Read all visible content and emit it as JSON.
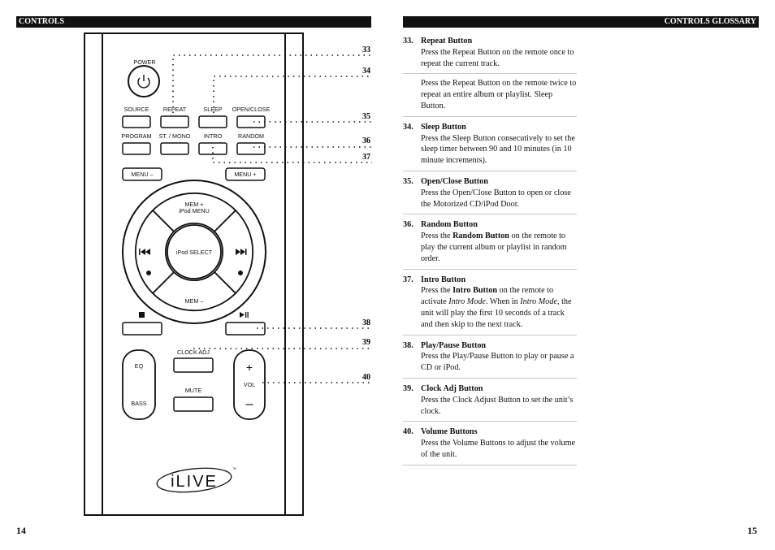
{
  "header": {
    "left_title": "CONTROLS",
    "right_title": "CONTROLS GLOSSARY"
  },
  "page_numbers": {
    "left": "14",
    "right": "15"
  },
  "remote": {
    "power": "POWER",
    "source": "SOURCE",
    "repeat": "REPEAT",
    "sleep": "SLEEP",
    "open_close": "OPEN/CLOSE",
    "program": "PROGRAM",
    "st_mono": "ST. / MONO",
    "intro": "INTRO",
    "random": "RANDOM",
    "menu_minus": "MENU –",
    "menu_plus": "MENU +",
    "mem_plus": "MEM +",
    "ipod_menu": "iPod MENU",
    "ipod_select": "iPod SELECT",
    "mem_minus": "MEM –",
    "clock_adj": "CLOCK ADJ",
    "mute": "MUTE",
    "eq": "EQ",
    "bass": "BASS",
    "vol": "VOL",
    "vol_plus": "+",
    "vol_minus": "–",
    "logo_text": "iLIVE",
    "logo_tm": "™"
  },
  "callouts": [
    "33",
    "34",
    "35",
    "36",
    "37",
    "38",
    "39",
    "40"
  ],
  "glossary": [
    {
      "num": "33.",
      "title": "Repeat Button",
      "desc": "Press the Repeat Button on the remote once to repeat the current track."
    },
    {
      "num": "",
      "title": "",
      "desc": "Press the Repeat Button on the remote twice to repeat an entire album or playlist. Sleep Button."
    },
    {
      "num": "34.",
      "title": "Sleep Button",
      "desc": "Press the Sleep Button consecutively to set the sleep timer between 90 and 10 minutes (in 10 minute increments)."
    },
    {
      "num": "35.",
      "title": "Open/Close Button",
      "desc": "Press the Open/Close Button to open or close the Motorized CD/iPod Door."
    },
    {
      "num": "36.",
      "title": "Random Button",
      "desc_html": "Press the <b>Random Button</b> on the remote to play the current album or playlist in random order."
    },
    {
      "num": "37.",
      "title": "Intro Button",
      "desc_html": "Press the <b>Intro Button</b> on the remote to activate <i>Intro Mode</i>. When in <i>Intro Mode</i>, the unit will play the first 10 seconds of a track and then skip to the next track."
    },
    {
      "num": "38.",
      "title": "Play/Pause Button",
      "desc": "Press the Play/Pause Button to play or pause a CD or iPod."
    },
    {
      "num": "39.",
      "title": "Clock Adj Button",
      "desc": "Press the Clock Adjust Button to set the unit’s clock."
    },
    {
      "num": "40.",
      "title": "Volume Buttons",
      "desc": "Press the Volume Buttons to adjust the volume of the unit."
    }
  ]
}
